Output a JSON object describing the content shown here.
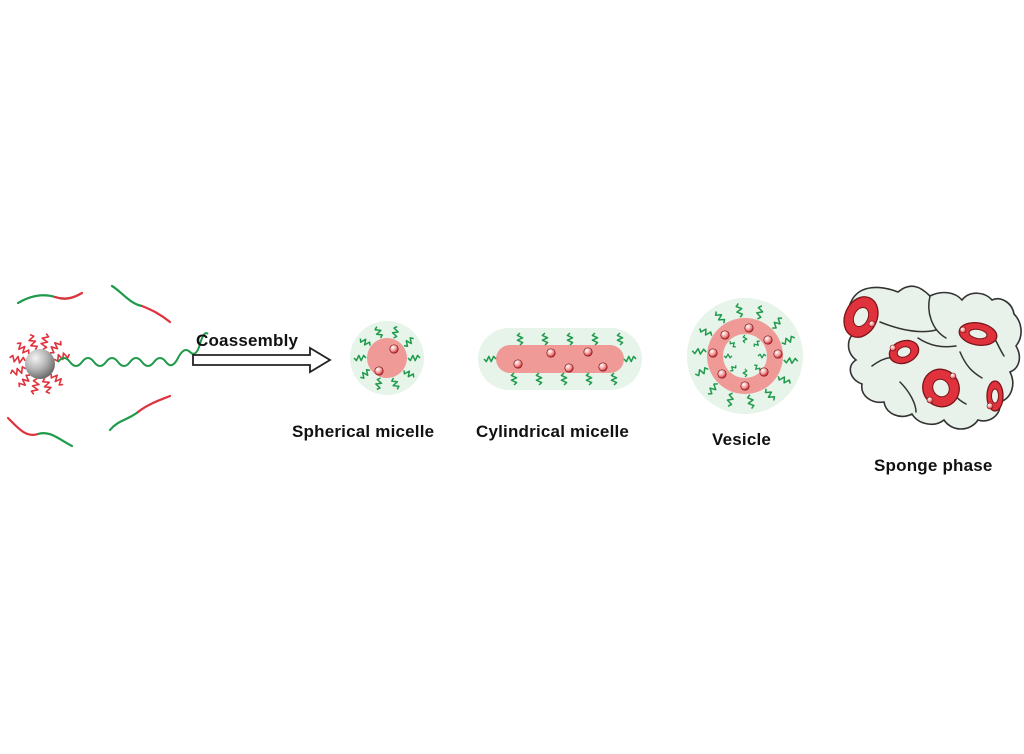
{
  "labels": {
    "arrow": "Coassembly",
    "spherical": "Spherical micelle",
    "cylindrical": "Cylindrical micelle",
    "vesicle": "Vesicle",
    "sponge": "Sponge phase"
  },
  "colors": {
    "hydrophilic_chain": "#1f9a4a",
    "hydrophobic_chain": "#e0323c",
    "core": "#ef9a96",
    "corona": "#e6f4ea",
    "sponge_fill": "#e8f2ea",
    "nanoparticle": "#a9a9a9",
    "outline": "#222222"
  }
}
